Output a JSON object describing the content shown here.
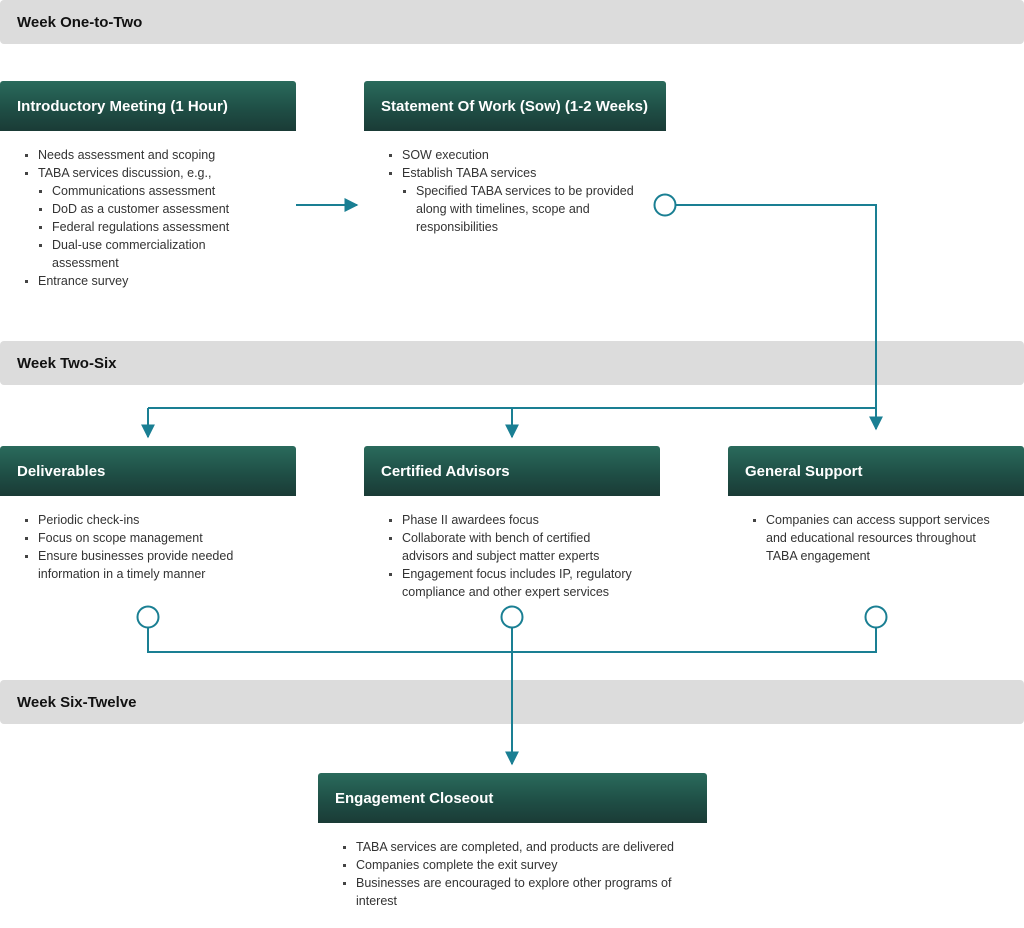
{
  "bands": {
    "week1": "Week One-to-Two",
    "week2": "Week Two-Six",
    "week3": "Week Six-Twelve"
  },
  "cards": {
    "intro": {
      "title": "Introductory Meeting (1 Hour)",
      "items": [
        "Needs assessment and scoping",
        "TABA services discussion, e.g.,",
        "Communications assessment",
        "DoD as a customer assessment",
        "Federal regulations assessment",
        "Dual-use commercialization assessment",
        "Entrance survey"
      ]
    },
    "sow": {
      "title": "Statement Of Work (Sow) (1-2 Weeks)",
      "items": [
        "SOW execution",
        "Establish TABA services",
        "Specified TABA services to be provided along with timelines, scope and responsibilities"
      ]
    },
    "deliverables": {
      "title": "Deliverables",
      "items": [
        "Periodic check-ins",
        "Focus on scope management",
        "Ensure businesses provide needed information in a timely manner"
      ]
    },
    "advisors": {
      "title": "Certified Advisors",
      "items": [
        "Phase II awardees focus",
        "Collaborate with bench of certified advisors and subject matter experts",
        "Engagement focus includes IP, regulatory compliance and other expert services"
      ]
    },
    "support": {
      "title": "General Support",
      "items": [
        "Companies can access support services and educational resources throughout TABA engagement"
      ]
    },
    "closeout": {
      "title": "Engagement Closeout",
      "items": [
        "TABA services are completed, and products are delivered",
        "Companies complete the exit survey",
        "Businesses are encouraged to explore other programs of interest"
      ]
    }
  },
  "colors": {
    "connector": "#1a7f93",
    "header_top": "#2a6b5c",
    "header_bottom": "#1a3b36",
    "band": "#dcdcdc"
  }
}
